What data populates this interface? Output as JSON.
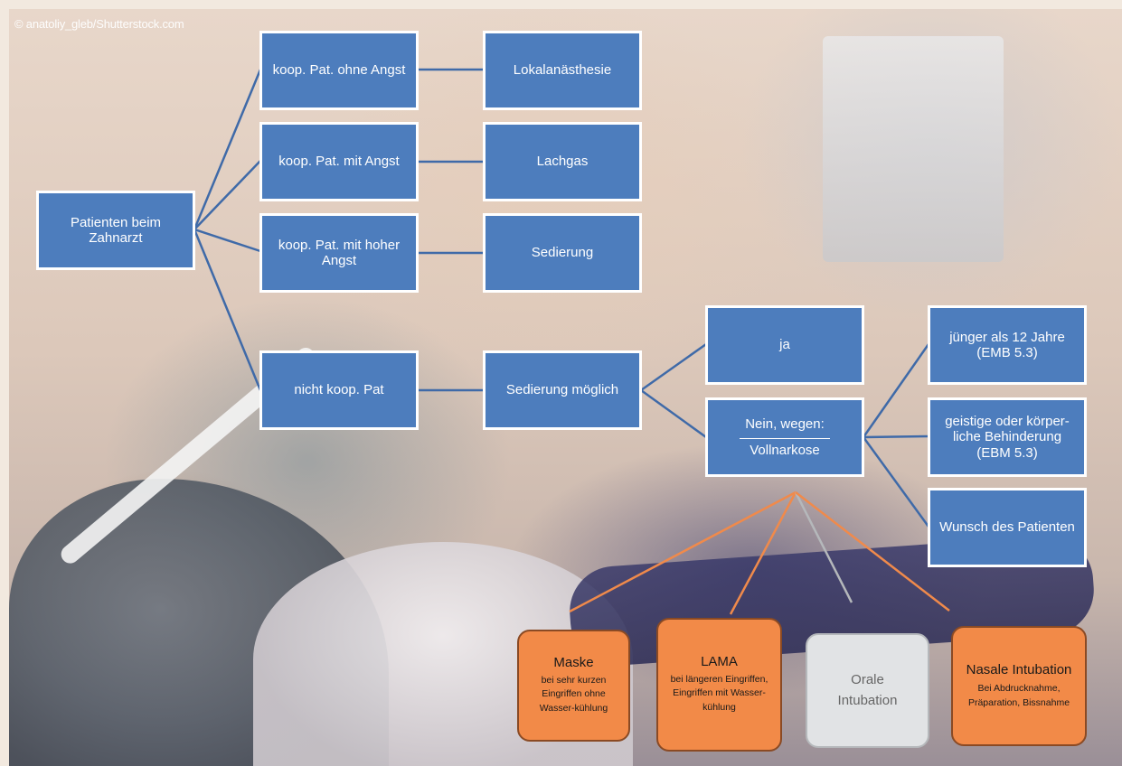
{
  "credit": "© anatoliy_gleb/Shutterstock.com",
  "colors": {
    "box_blue": "#4d7dbd",
    "box_border_white": "#ffffff",
    "line_blue": "#3f6aa8",
    "box_orange": "#f28a48",
    "line_orange": "#f08a4b",
    "box_grey": "#e1e3e5",
    "line_grey": "#b5b8bb"
  },
  "nodes": {
    "root": "Patienten beim Zahnarzt",
    "coop_no_fear": "koop. Pat. ohne Angst",
    "coop_fear": "koop. Pat. mit Angst",
    "coop_high_fear": "koop. Pat. mit hoher Angst",
    "non_coop": "nicht koop. Pat",
    "local_anesthesia": "Lokalanästhesie",
    "laughing_gas": "Lachgas",
    "sedation": "Sedierung",
    "sedation_possible": "Sedierung möglich",
    "yes": "ja",
    "no_title": "Nein, wegen:",
    "no_result": "Vollnarkose",
    "under_12": "jünger als 12 Jahre (EMB 5.3)",
    "disability": "geistige oder körper-liche Behinderung (EBM 5.3)",
    "patient_wish": "Wunsch des Patienten"
  },
  "airway": [
    {
      "id": "mask",
      "title": "Maske",
      "desc": "bei sehr kurzen Eingriffen ohne Wasser-kühlung",
      "style": "orange"
    },
    {
      "id": "lama",
      "title": "LAMA",
      "desc": "bei längeren Eingriffen, Eingriffen mit Wasser-kühlung",
      "style": "orange"
    },
    {
      "id": "oral",
      "title": "Orale Intubation",
      "desc": "",
      "style": "grey"
    },
    {
      "id": "nasal",
      "title": "Nasale Intubation",
      "desc": "Bei Abdrucknahme, Präparation, Bissnahme",
      "style": "orange"
    }
  ]
}
